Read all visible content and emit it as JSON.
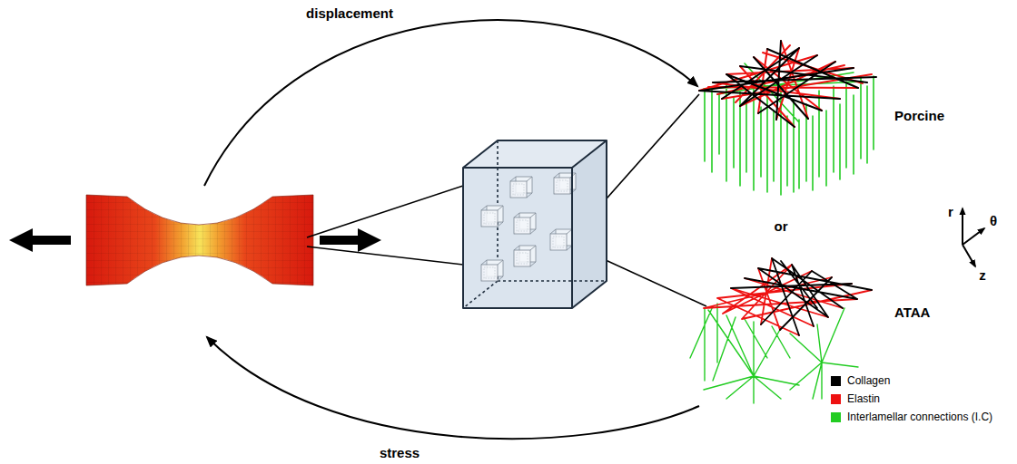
{
  "diagram": {
    "labels": [
      "displacement",
      "Porcine",
      "or",
      "r",
      "θ",
      "z",
      "ATAA",
      "stress"
    ],
    "legend": [
      {
        "text": "Collagen",
        "color": "#000000"
      },
      {
        "text": "Elastin",
        "color": "#ee1111"
      },
      {
        "text": "Interlamellar connections (I.C)",
        "color": "#22cc22"
      }
    ]
  }
}
